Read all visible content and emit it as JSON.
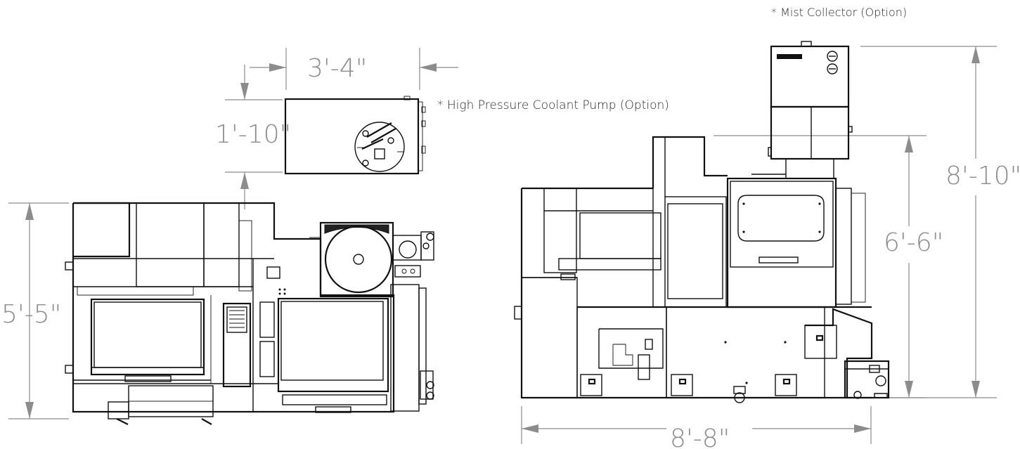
{
  "notes": {
    "mist_collector": "* Mist Collector (Option)",
    "coolant_pump": "* High Pressure Coolant Pump (Option)"
  },
  "dimensions": {
    "pump_width": "3'-4\"",
    "pump_depth": "1'-10\"",
    "plan_depth": "5'-5\"",
    "front_width": "8'-8\"",
    "machine_height": "6'-6\"",
    "overall_height": "8'-10\""
  },
  "colors": {
    "linework": "#111111",
    "dimension": "#8c8c8c",
    "note_text": "#2a2a2a"
  }
}
